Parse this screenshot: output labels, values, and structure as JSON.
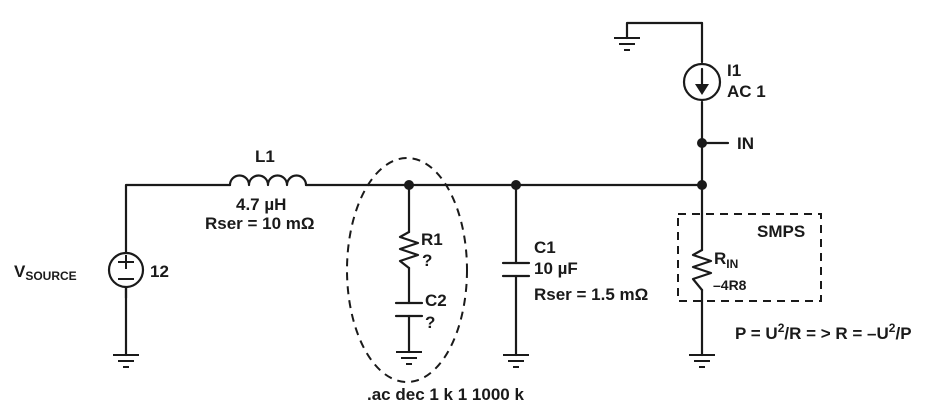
{
  "source": {
    "label": "V",
    "label_sub": "SOURCE",
    "value": "12"
  },
  "inductor": {
    "name": "L1",
    "value": "4.7 µH",
    "rser": "Rser = 10 mΩ"
  },
  "damping": {
    "r_name": "R1",
    "r_value": "?",
    "c_name": "C2",
    "c_value": "?",
    "directive": ".ac dec 1 k 1 1000 k"
  },
  "capacitor": {
    "name": "C1",
    "value": "10 µF",
    "rser": "Rser = 1.5 mΩ"
  },
  "current_source": {
    "name": "I1",
    "value": "AC 1"
  },
  "net_label": "IN",
  "smps": {
    "title": "SMPS",
    "r_label": "R",
    "r_label_sub": "IN",
    "r_value": "–4R8"
  },
  "equation": {
    "p1": "P = U",
    "sup1": "2",
    "p2": "/R = > R = –U",
    "sup2": "2",
    "p3": "/P"
  }
}
